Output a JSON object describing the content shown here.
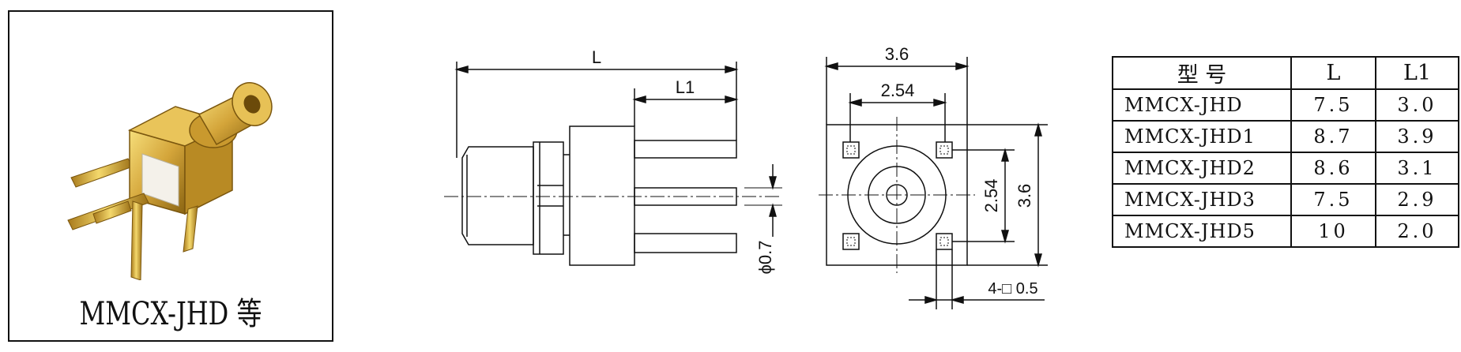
{
  "photo": {
    "caption": "MMCX-JHD 等"
  },
  "side_view": {
    "dim_L": "L",
    "dim_L1": "L1",
    "dim_pin": "ϕ0.7"
  },
  "front_view": {
    "dim_width": "3.6",
    "dim_pitch_h": "2.54",
    "dim_pitch_v": "2.54",
    "dim_height": "3.6",
    "dim_pin_square": "4-□ 0.5"
  },
  "table": {
    "headers": [
      "型 号",
      "L",
      "L1"
    ],
    "rows": [
      [
        "MMCX-JHD",
        "7.5",
        "3.0"
      ],
      [
        "MMCX-JHD1",
        "8.7",
        "3.9"
      ],
      [
        "MMCX-JHD2",
        "8.6",
        "3.1"
      ],
      [
        "MMCX-JHD3",
        "7.5",
        "2.9"
      ],
      [
        "MMCX-JHD5",
        "10",
        "2.0"
      ]
    ]
  },
  "colors": {
    "gold": "#c99a2e",
    "gold_light": "#f2d56f",
    "gold_dark": "#8a6412",
    "insulator": "#f4f1ea",
    "line": "#111111"
  }
}
